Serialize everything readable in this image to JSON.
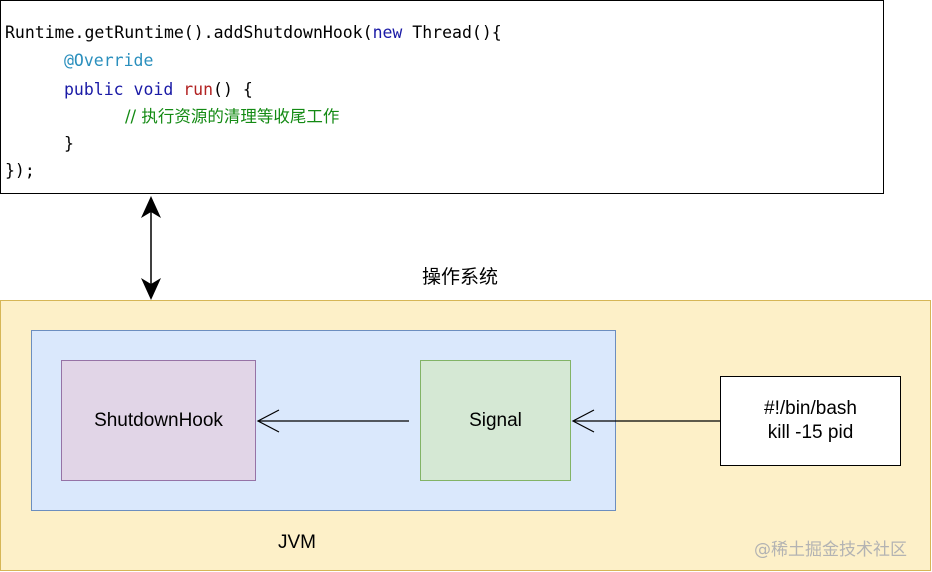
{
  "code": {
    "line1_a": "Runtime.getRuntime().addShutdownHook(",
    "line1_kw": "new",
    "line1_b": " Thread(){",
    "line2": "@Override",
    "line3_kw": "public void",
    "line3_fn": "run",
    "line3_b": "() {",
    "line4": "// 执行资源的清理等收尾工作",
    "line5": "}",
    "line6": "});"
  },
  "os_label": "操作系统",
  "jvm_label": "JVM",
  "shutdown_hook_label": "ShutdownHook",
  "signal_label": "Signal",
  "script": {
    "line1": "#!/bin/bash",
    "line2": "kill -15 pid"
  },
  "watermark": "@稀土掘金技术社区",
  "colors": {
    "os_fill": "#fdf0c8",
    "os_border": "#d6b656",
    "jvm_fill": "#dae8fc",
    "jvm_border": "#6c8ebf",
    "hook_fill": "#e1d5e7",
    "hook_border": "#9673a6",
    "signal_fill": "#d5e8d4",
    "signal_border": "#82b366"
  }
}
